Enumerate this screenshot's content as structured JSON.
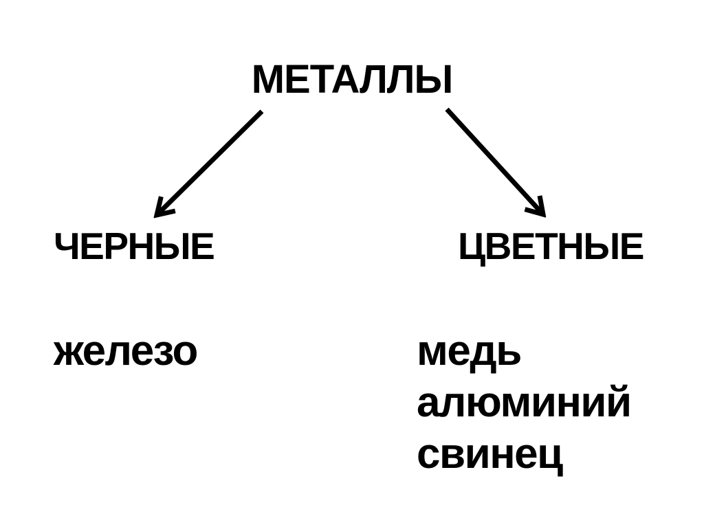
{
  "page": {
    "background_color": "#ffffff",
    "text_color": "#000000",
    "arrow_color": "#000000"
  },
  "diagram": {
    "title": "МЕТАЛЛЫ",
    "branches": [
      {
        "label": "ЧЕРНЫЕ",
        "items": [
          "железо"
        ]
      },
      {
        "label": "ЦВЕТНЫЕ",
        "items": [
          "медь",
          "алюминий",
          "свинец"
        ]
      }
    ]
  }
}
